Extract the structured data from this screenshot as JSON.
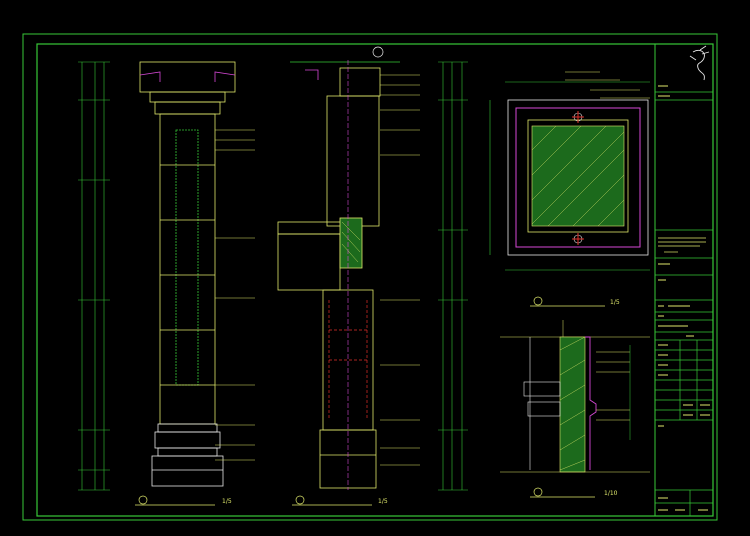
{
  "sheet": {
    "background": "#000000",
    "frame_color": "#37c837",
    "line_color": "#dfe86b",
    "accent_color": "#d648d6",
    "red_color": "#e0302a",
    "white_color": "#e8e8e8"
  },
  "views": {
    "view1_scale": "1/5",
    "view2_scale": "1/5",
    "view3_scale": "1/5",
    "view4_scale": "1/10"
  },
  "title_block": {
    "logo": "dragon-logo"
  }
}
